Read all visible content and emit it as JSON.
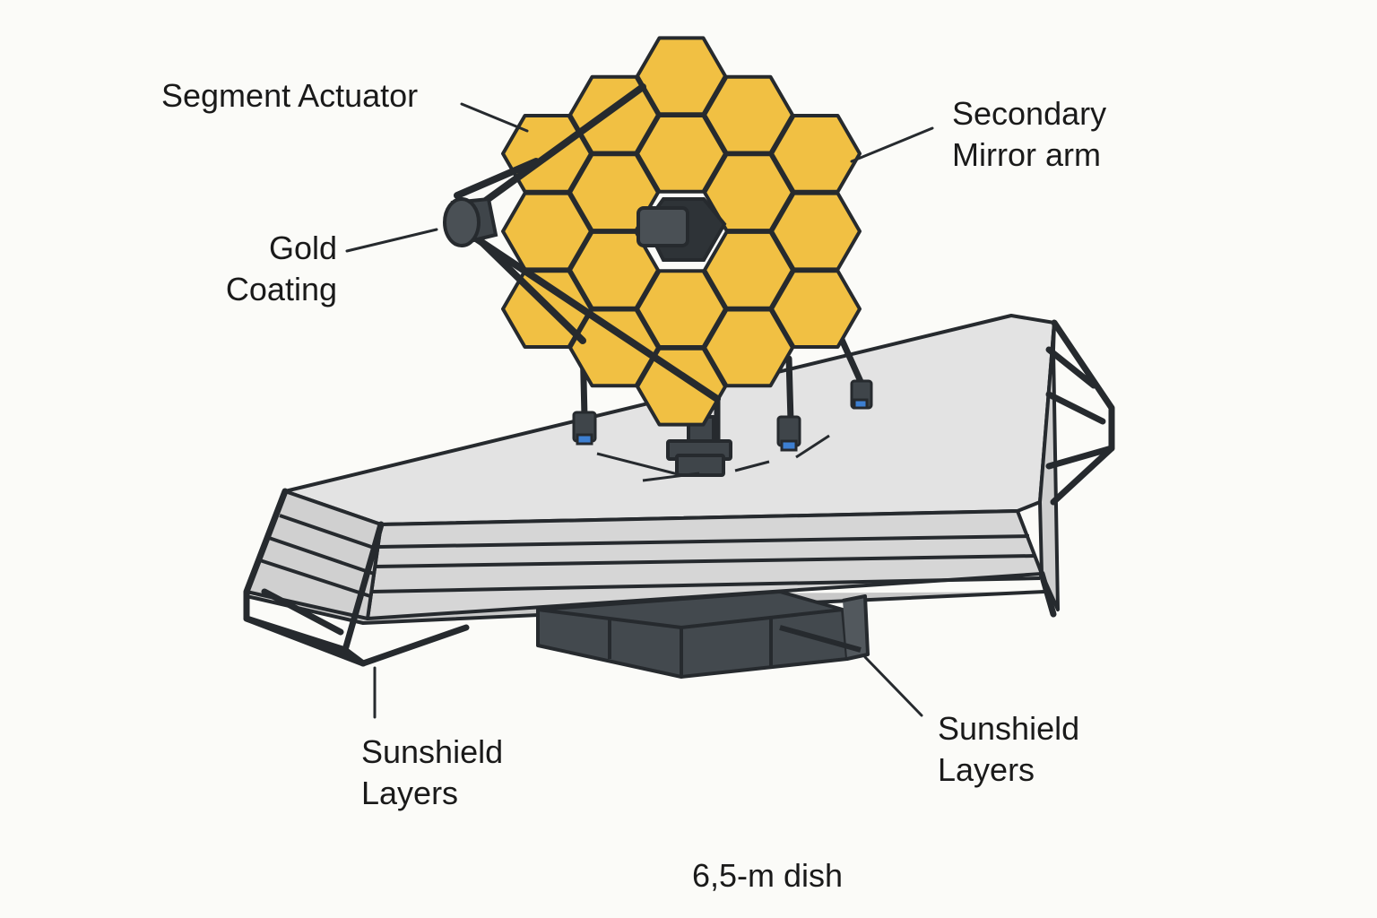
{
  "labels": {
    "segment_actuator": "Segment Actuator",
    "secondary_mirror_arm": [
      "Secondary",
      "Mirror arm"
    ],
    "gold_coating": [
      "Gold",
      "Coating"
    ],
    "sunshield_layers_left": [
      "Sunshield",
      "Layers"
    ],
    "sunshield_layers_right": [
      "Sunshield",
      "Layers"
    ],
    "dish": "6,5-m dish"
  },
  "colors": {
    "mirror_gold": "#f1c043",
    "outline": "#262a2e",
    "sunshield_top": "#e3e3e3",
    "sunshield_layer": "#d3d3d3",
    "bus": "#43494e",
    "hardware": "#3f454a"
  }
}
